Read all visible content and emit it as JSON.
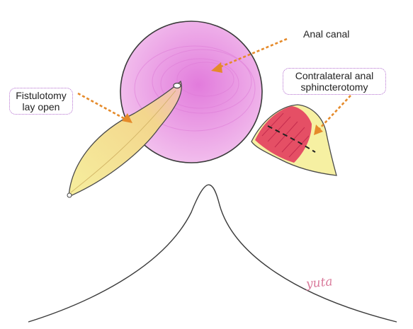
{
  "labels": {
    "anal_canal": "Anal canal",
    "contralateral_line1": "Contralateral anal",
    "contralateral_line2": "sphincterotomy",
    "fistulotomy_line1": "Fistulotomy",
    "fistulotomy_line2": "lay open"
  },
  "signature": "yuta",
  "colors": {
    "anal_canal_fill": "#f0b4ea",
    "anal_canal_center": "#e27bdc",
    "wound_fill": "#f6f0a2",
    "wound_shade": "#f2c97a",
    "sphincter_red": "#e2335a",
    "arrow_orange": "#e58a2a",
    "outline": "#444444",
    "label_border": "#b46fd0",
    "signature": "#d9799a"
  }
}
